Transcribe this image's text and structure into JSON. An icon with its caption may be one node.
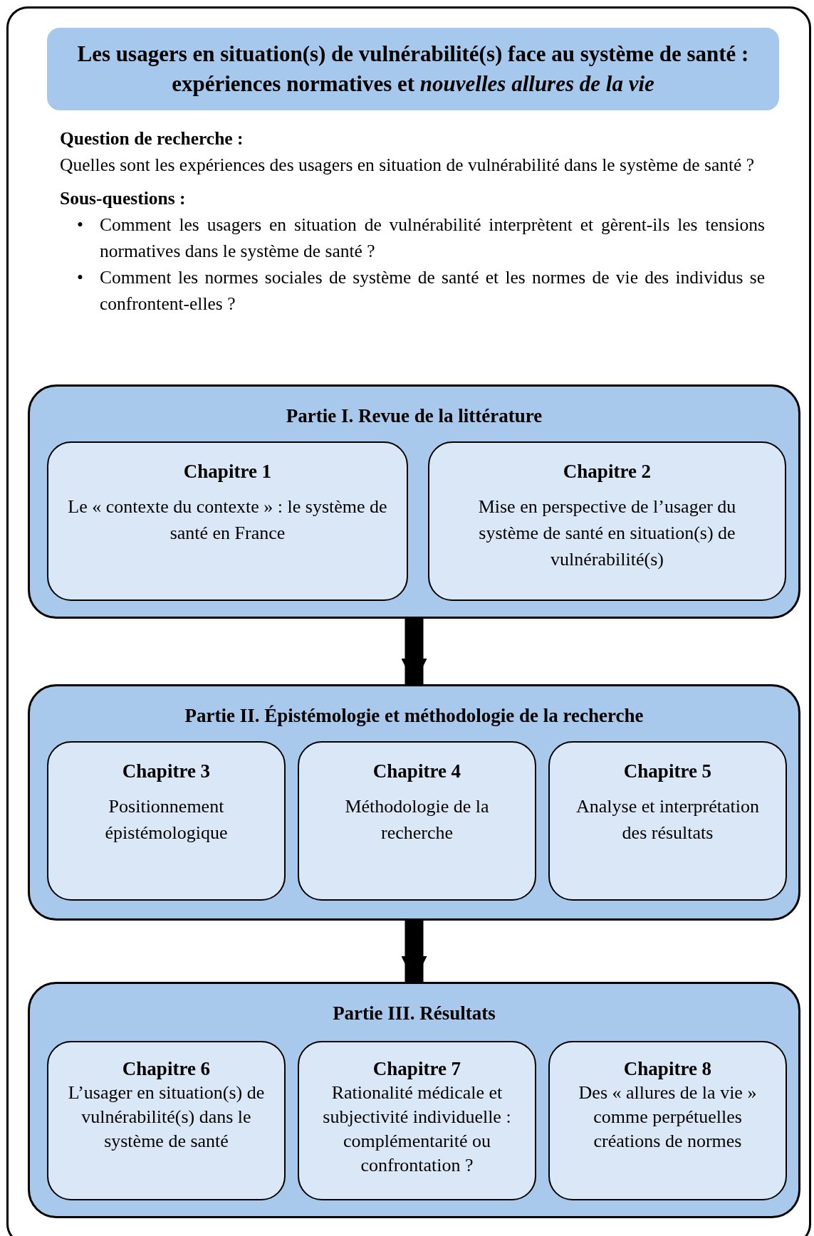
{
  "diagram": {
    "title": "Les usagers en situation(s) de vulnérabilité(s) face au système de santé : expériences normatives et *nouvelles allures de la vie*",
    "nodes": [
      {
        "text": [
          "Partie I. Revue de la littérature"
        ]
      },
      {
        "text": [
          "Chapitre 1",
          "Le « contexte du contexte » : le système de santé en France"
        ],
        "in": 0
      },
      {
        "text": [
          "Chapitre 2",
          "Mise en perspective de l’usager du système de santé en situation(s) de vulnérabilité(s)"
        ],
        "in": 0
      },
      {
        "text": [
          "Partie II. Épistémologie et méthodologie de la recherche"
        ]
      },
      {
        "text": [
          "Chapitre 3",
          "Positionnement épistémologique"
        ],
        "in": 3
      },
      {
        "text": [
          "Chapitre 4",
          "Méthodologie de la recherche"
        ],
        "in": 3
      },
      {
        "text": [
          "Chapitre 5",
          "Analyse et interprétation des résultats"
        ],
        "in": 3
      },
      {
        "text": [
          "Partie III. Résultats"
        ]
      },
      {
        "text": [
          "Chapitre 6",
          "L’usager en situation(s) de vulnérabilité(s) dans le système de santé"
        ],
        "in": 7
      },
      {
        "text": [
          "Chapitre 7",
          "Rationalité médicale et subjectivité individuelle : complémentarité ou confrontation ?"
        ],
        "in": 7
      },
      {
        "text": [
          "Chapitre 8",
          "Des « allures de la vie » comme perpétuelles créations de normes"
        ],
        "in": 7
      }
    ],
    "edges": [
      {
        "from": 0,
        "to": 3,
        "arrow": "to"
      },
      {
        "from": 3,
        "to": 7,
        "arrow": "to"
      }
    ],
    "labels": [
      "Question de recherche :",
      "Quelles sont les expériences des usagers en situation de vulnérabilité dans le système de santé ?",
      "Sous-questions :",
      "•",
      "Comment les usagers en situation de vulnérabilité interprètent et gèrent-ils les tensions normatives dans le système de santé ?",
      "•",
      "Comment les normes sociales de système de santé et les normes de vie des individus se confrontent-elles ?"
    ]
  }
}
